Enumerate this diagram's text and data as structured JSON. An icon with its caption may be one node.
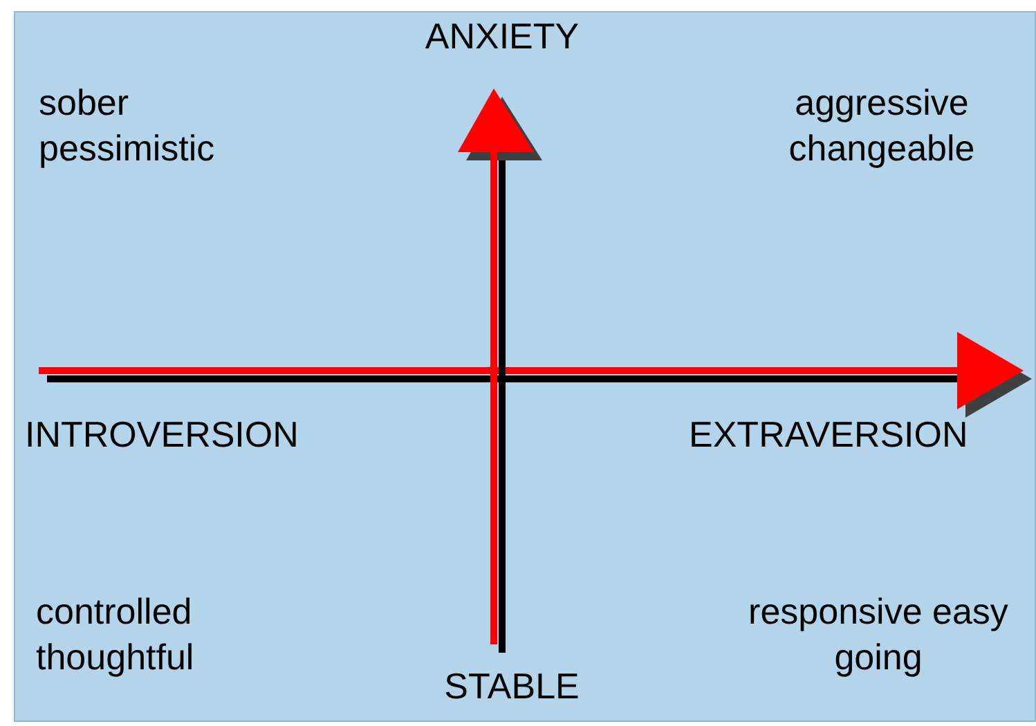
{
  "diagram": {
    "labels": [
      "ANXIETY",
      "sober pessimistic",
      "aggressive changeable",
      "INTROVERSION",
      "EXTRAVERSION",
      "controlled thoughtful",
      "responsive easy going",
      "STABLE"
    ]
  }
}
